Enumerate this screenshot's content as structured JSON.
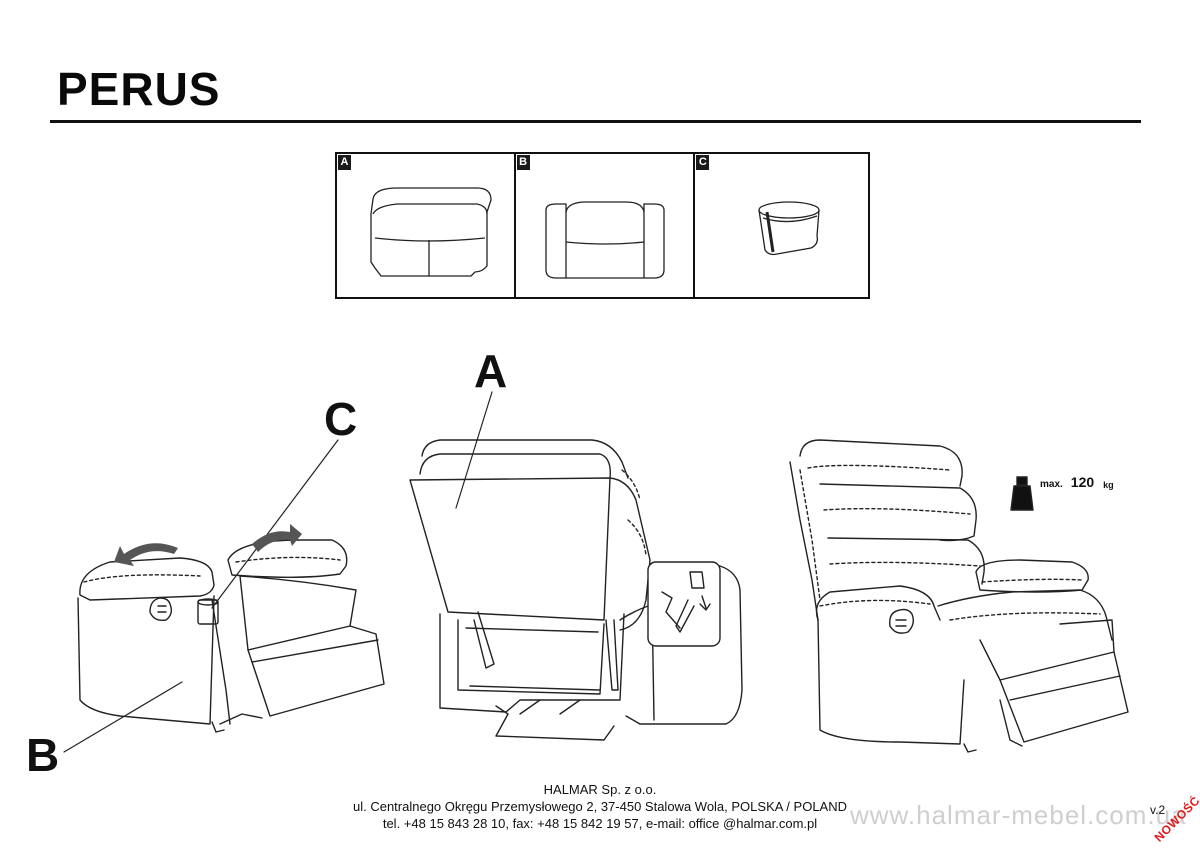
{
  "header": {
    "title": "PERUS"
  },
  "parts": [
    {
      "tag": "A",
      "icon": "backrest-cushion-icon"
    },
    {
      "tag": "B",
      "icon": "armchair-base-icon"
    },
    {
      "tag": "C",
      "icon": "cup-holder-icon"
    }
  ],
  "callouts": {
    "a": "A",
    "b": "B",
    "c": "C"
  },
  "weight_limit": {
    "label": "max.",
    "value": "120",
    "unit": "kg"
  },
  "footer": {
    "company": "HALMAR Sp. z o.o.",
    "address": "ul. Centralnego Okręgu Przemysłowego 2, 37-450 Stalowa Wola, POLSKA / POLAND",
    "contact": "tel. +48 15 843 28 10, fax: +48 15 842 19 57, e-mail: office @halmar.com.pl"
  },
  "watermark": "www.halmar-mebel.com.ua",
  "version": "v.2",
  "badge": "NOWOŚĆ",
  "colors": {
    "line": "#111111",
    "arrow": "#555555",
    "badge": "#e01818",
    "watermark": "#cfcfcf"
  }
}
